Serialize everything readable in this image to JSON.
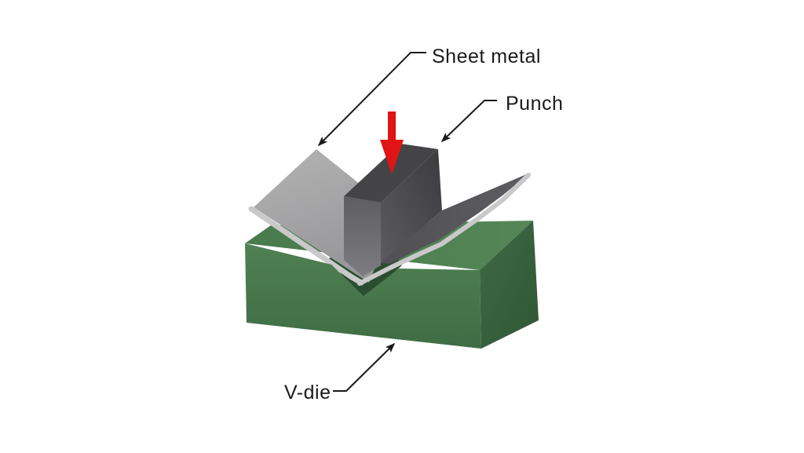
{
  "diagram": {
    "parts": {
      "sheet_metal": {
        "label": "Sheet metal",
        "color": "#a8a8aa",
        "edge_color": "#c9c9ca"
      },
      "punch": {
        "label": "Punch",
        "color": "#4a4a4e"
      },
      "v_die": {
        "label": "V-die",
        "color": "#4c7d50"
      }
    },
    "force_arrow": {
      "name": "downward-force-arrow",
      "color": "#e01414"
    },
    "line_color": "#1a1a1a",
    "background": "#ffffff"
  }
}
